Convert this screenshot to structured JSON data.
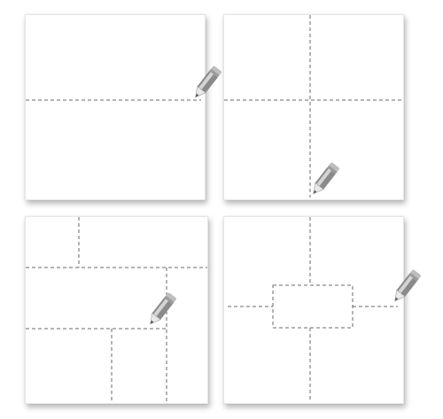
{
  "colors": {
    "background": "#ffffff",
    "panel_border": "#e6e6e6",
    "dashed_line": "#6a6a6a",
    "pencil_body": "#8a8a8a",
    "pencil_light": "#d4d4d4",
    "pencil_tip": "#e8e8e8"
  },
  "panels": [
    {
      "name": "single-horizontal-fold",
      "icon": "pencil-icon"
    },
    {
      "name": "cross-fold",
      "icon": "pencil-icon"
    },
    {
      "name": "grid-fold",
      "icon": "pencil-icon"
    },
    {
      "name": "center-box-fold",
      "icon": "pencil-icon"
    }
  ]
}
